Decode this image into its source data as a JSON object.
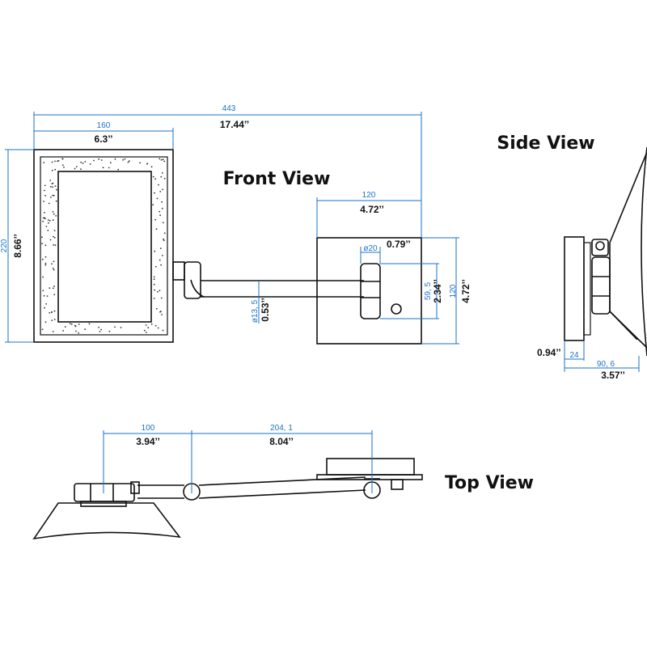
{
  "views": {
    "front": "Front View",
    "side": "Side View",
    "top": "Top View"
  },
  "dimensions": {
    "total_width_mm": "443",
    "total_width_in": "17.44’’",
    "mirror_width_mm": "160",
    "mirror_width_in": "6.3’’",
    "mirror_height_mm": "220",
    "mirror_height_in": "8.66’’",
    "plate_width_mm": "120",
    "plate_width_in": "4.72’’",
    "plate_height_mm": "120",
    "plate_height_in": "4.72’’",
    "knob_dia_mm": "ø20",
    "knob_dia_in": "0.79’’",
    "arm_offset_mm": "59, 5",
    "arm_offset_in": "2.34’’",
    "arm_dia_mm": "ø13, 5",
    "arm_dia_in": "0.53’’",
    "side_base_mm": "24",
    "side_base_in": "0.94’’",
    "side_depth_mm": "90, 6",
    "side_depth_in": "3.57’’",
    "top_a_mm": "100",
    "top_a_in": "3.94’’",
    "top_b_mm": "204, 1",
    "top_b_in": "8.04’’"
  },
  "colors": {
    "dimension_lines": "#1a73c8",
    "outline": "#111111"
  }
}
